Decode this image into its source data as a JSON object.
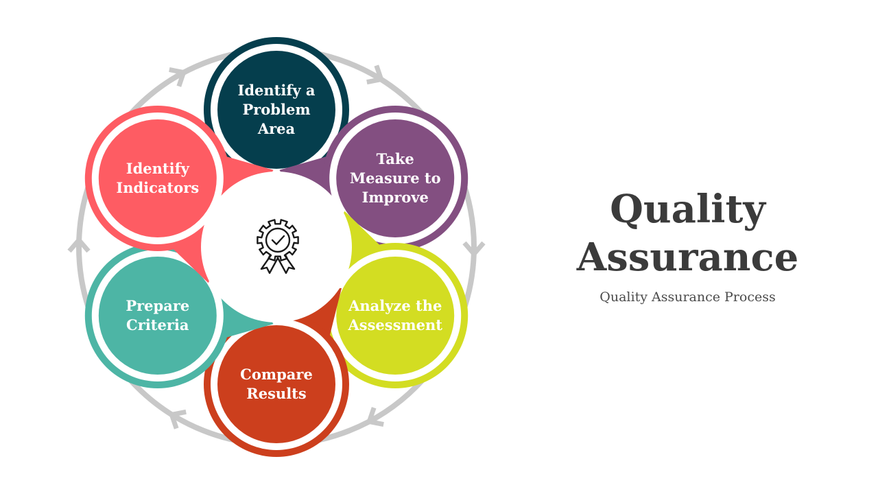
{
  "title": {
    "line1": "Quality",
    "line2": "Assurance",
    "subtitle": "Quality Assurance Process"
  },
  "center": {
    "icon": "award-badge-checkmark-icon"
  },
  "steps": [
    {
      "lines": [
        "Identify a",
        "Problem",
        "Area"
      ],
      "color": "#053e4d"
    },
    {
      "lines": [
        "Take",
        "Measure to",
        "Improve"
      ],
      "color": "#834f81"
    },
    {
      "lines": [
        "Analyze the",
        "Assessment"
      ],
      "color": "#d3dd22"
    },
    {
      "lines": [
        "Compare",
        "Results"
      ],
      "color": "#cc3f1d"
    },
    {
      "lines": [
        "Prepare",
        "Criteria"
      ],
      "color": "#4db5a5"
    },
    {
      "lines": [
        "Identify",
        "Indicators"
      ],
      "color": "#fe5c63"
    }
  ],
  "ring": {
    "color": "#c8c8c8",
    "arrow_icon": "arrow-chevron-icon"
  }
}
